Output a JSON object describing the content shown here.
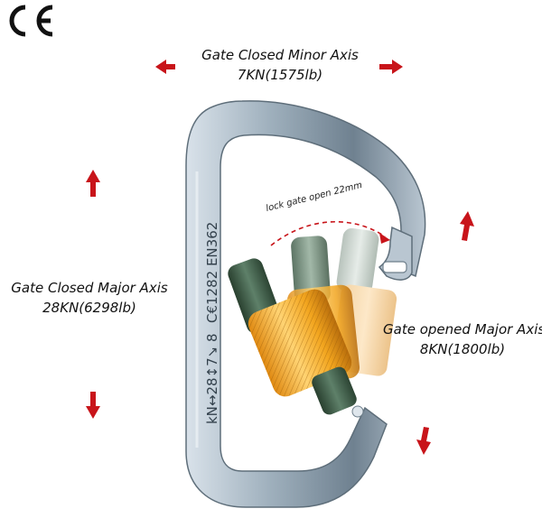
{
  "marks": {
    "ce_logo": "CE",
    "engraving_primary": "kN↔28↕7↘ 8",
    "engraving_secondary": "C€1282 EN362"
  },
  "labels": {
    "minor_axis_title": "Gate Closed Minor Axis",
    "minor_axis_value": "7KN(1575lb)",
    "major_axis_title": "Gate Closed Major Axis",
    "major_axis_value": "28KN(6298lb)",
    "opened_axis_title": "Gate opened Major Axis",
    "opened_axis_value": "8KN(1800lb)",
    "lock_gate": "lock gate open 22mm"
  },
  "colors": {
    "arrow_red": "#c8141a",
    "body_steel": "#8fa0ad",
    "sleeve_gold": "#f2a51e",
    "gate_green": "#3f5a4a"
  }
}
